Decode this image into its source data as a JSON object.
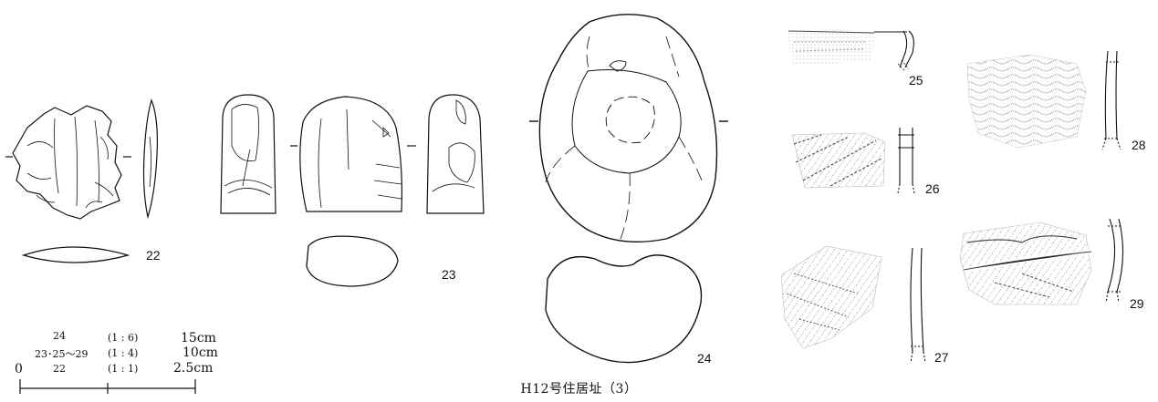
{
  "figure": {
    "caption": "H12号住居址（3）",
    "artifacts": [
      {
        "id": "22"
      },
      {
        "id": "23"
      },
      {
        "id": "24"
      },
      {
        "id": "25"
      },
      {
        "id": "26"
      },
      {
        "id": "27"
      },
      {
        "id": "28"
      },
      {
        "id": "29"
      }
    ]
  },
  "scale_legend": {
    "rows": [
      {
        "items": "24",
        "ratio": "(1 : 6)",
        "length": "15cm"
      },
      {
        "items": "23･25〜29",
        "ratio": "(1 : 4)",
        "length": "10cm"
      },
      {
        "items": "22",
        "ratio": "(1 : 1)",
        "length": "2.5cm"
      }
    ],
    "zero": "0"
  }
}
